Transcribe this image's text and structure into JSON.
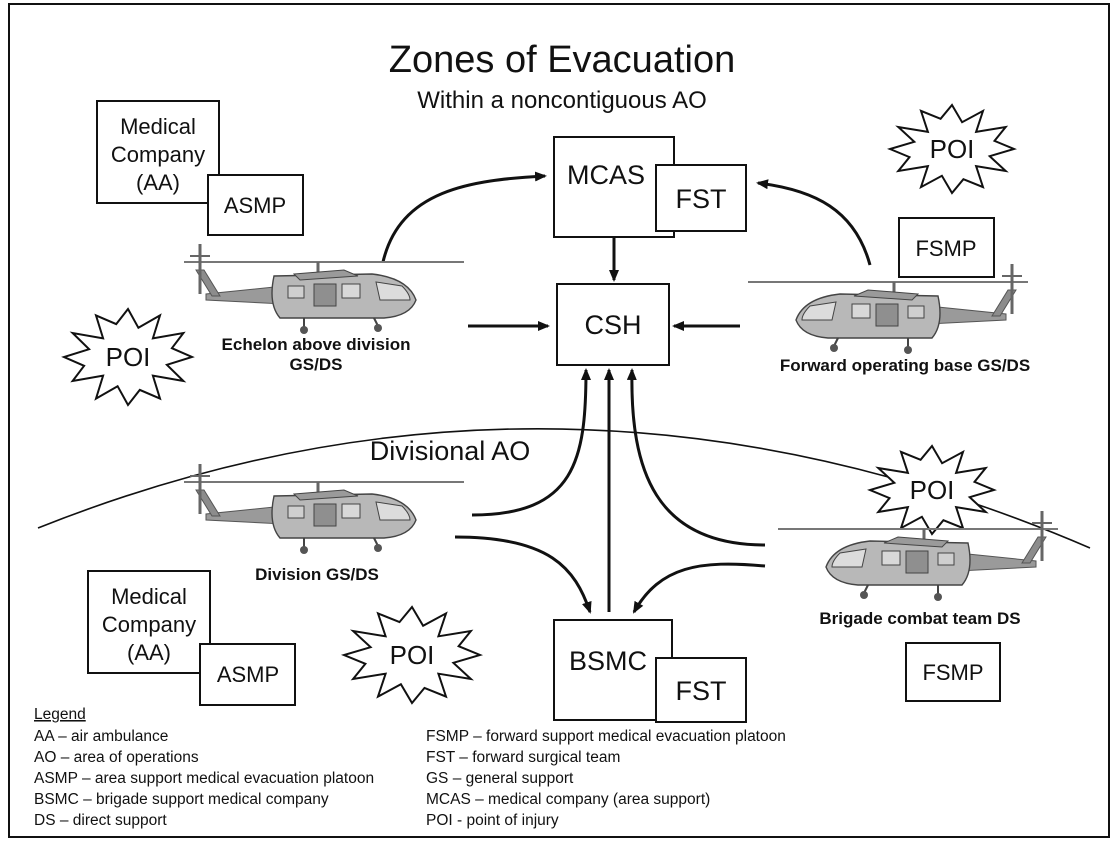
{
  "title": "Zones of Evacuation",
  "subtitle": "Within a noncontiguous AO",
  "region_label": "Divisional AO",
  "boxes": {
    "mcas": "MCAS",
    "fst_top": "FST",
    "csh": "CSH",
    "bsmc": "BSMC",
    "fst_bottom": "FST",
    "fsmp_top": "FSMP",
    "fsmp_bottom": "FSMP",
    "medco_top": [
      "Medical",
      "Company",
      "(AA)"
    ],
    "asmp_top": "ASMP",
    "medco_bottom": [
      "Medical",
      "Company",
      "(AA)"
    ],
    "asmp_bottom": "ASMP"
  },
  "poi_label": "POI",
  "helicopters": {
    "echelon": [
      "Echelon above division",
      "GS/DS"
    ],
    "forward": "Forward operating base GS/DS",
    "division": "Division GS/DS",
    "brigade": "Brigade combat team DS"
  },
  "legend": {
    "heading": "Legend",
    "left": [
      "AA – air ambulance",
      "AO – area of operations",
      "ASMP – area support medical evacuation platoon",
      "BSMC – brigade support medical company",
      "DS – direct support"
    ],
    "right": [
      "FSMP – forward support medical evacuation platoon",
      "FST – forward surgical team",
      "GS – general support",
      "MCAS – medical company (area support)",
      "POI - point of injury"
    ]
  },
  "colors": {
    "ink": "#111111",
    "helicopter": "#8a8a8a",
    "paper": "#ffffff"
  }
}
